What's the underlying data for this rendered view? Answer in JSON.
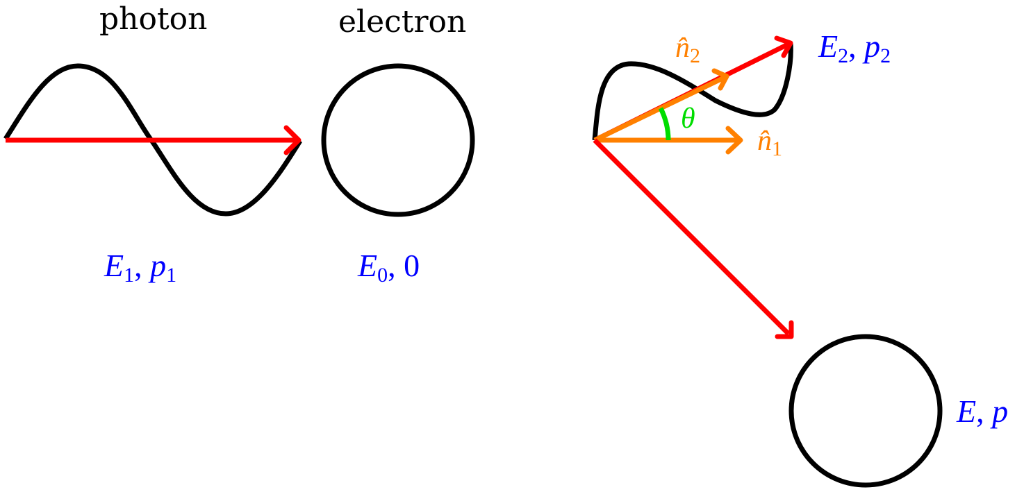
{
  "colors": {
    "ink": "#000000",
    "momentum": "#ff0000",
    "unit_vector": "#ff8000",
    "angle": "#00dd00",
    "label": "#0000ff"
  },
  "before": {
    "photon": {
      "title": "photon",
      "energy_symbol": "E",
      "energy_sub": "1",
      "momentum_symbol": "p",
      "momentum_sub": "1"
    },
    "electron": {
      "title": "electron",
      "energy_symbol": "E",
      "energy_sub": "0",
      "momentum_value": "0"
    }
  },
  "after": {
    "photon": {
      "energy_symbol": "E",
      "energy_sub": "2",
      "momentum_symbol": "p",
      "momentum_sub": "2"
    },
    "electron": {
      "energy_symbol": "E",
      "momentum_symbol": "p"
    },
    "incident_direction": {
      "symbol": "n̂",
      "sub": "1"
    },
    "scattered_direction": {
      "symbol": "n̂",
      "sub": "2"
    },
    "angle_symbol": "θ"
  },
  "separator": ","
}
